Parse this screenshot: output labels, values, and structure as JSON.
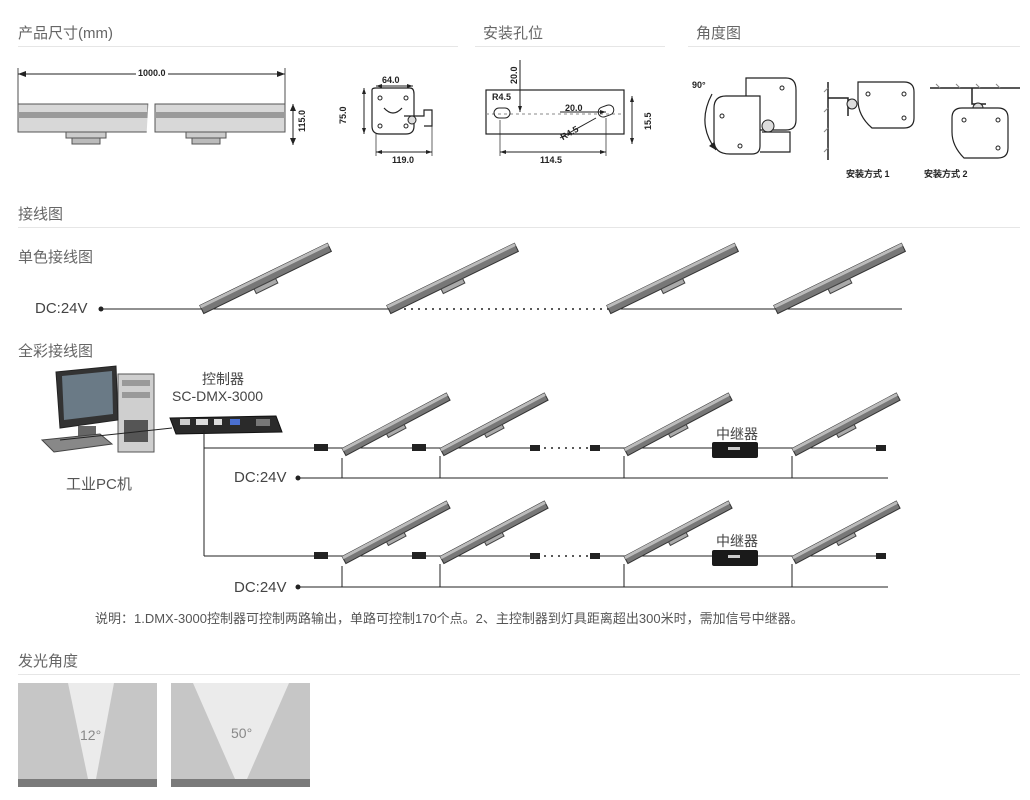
{
  "sections": {
    "dimensions": "产品尺寸(mm)",
    "mounting_holes": "安装孔位",
    "angle_diagram": "角度图",
    "wiring": "接线图",
    "mono_wiring": "单色接线图",
    "rgb_wiring": "全彩接线图",
    "beam_angle": "发光角度"
  },
  "dims": {
    "length": "1000.0",
    "height": "115.0",
    "side_top": "64.0",
    "side_height": "75.0",
    "side_bottom": "119.0"
  },
  "holes": {
    "vertical": "20.0",
    "radius_left": "R4.5",
    "slot": "20.0",
    "radius_right": "R4.5",
    "span": "114.5",
    "height": "15.5"
  },
  "angles": {
    "rotation": "90°",
    "method1": "安装方式 1",
    "method2": "安装方式 2"
  },
  "wiring": {
    "dc_mono": "DC:24V",
    "controller_name": "控制器",
    "controller_model": "SC-DMX-3000",
    "pc_label": "工业PC机",
    "dc_line1": "DC:24V",
    "dc_line2": "DC:24V",
    "repeater1": "中继器",
    "repeater2": "中继器",
    "note": "说明：1.DMX-3000控制器可控制两路输出，单路可控制170个点。2、主控制器到灯具距离超出300米时，需加信号中继器。"
  },
  "beam": {
    "narrow": "12°",
    "wide": "50°"
  }
}
